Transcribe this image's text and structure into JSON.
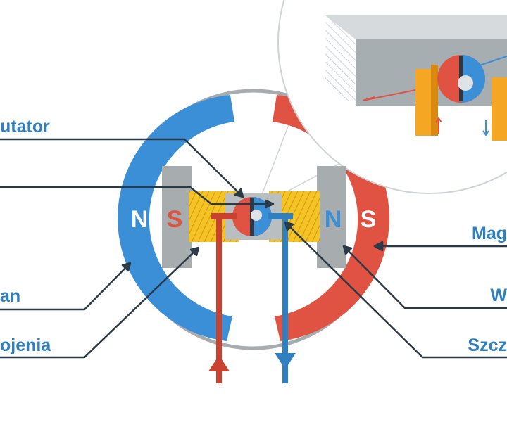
{
  "labels": {
    "komutator": "utator",
    "stojan": "an",
    "uzwojenia": "ojenia",
    "magnes": "Mag",
    "wirnik": "W",
    "szczotki": "Szcz"
  },
  "poles": {
    "stator_left": "N",
    "magnet_left": "S",
    "magnet_right": "N",
    "stator_right": "S"
  },
  "colors": {
    "blue": "#3b8fd6",
    "red": "#e05343",
    "gray": "#a7acae",
    "coil": "#f2c31a",
    "arrow_blue": "#2f7fc1",
    "arrow_red": "#c9412f",
    "line": "#2b3a48",
    "label": "#2f7fc1"
  }
}
